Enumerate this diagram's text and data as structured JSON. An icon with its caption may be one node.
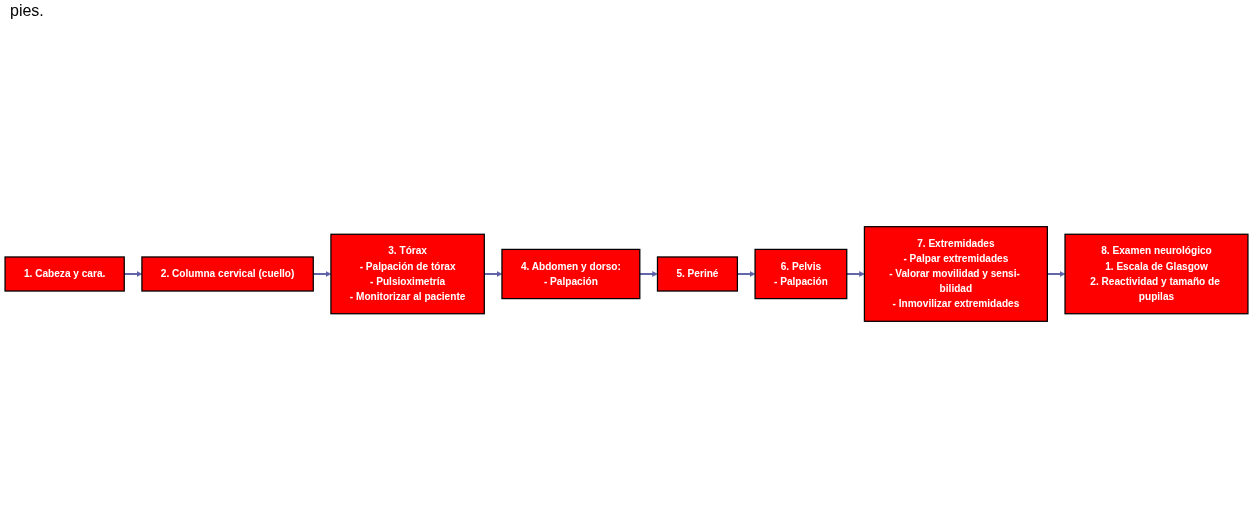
{
  "diagram": {
    "nodes": [
      {
        "text": [
          "1. Cabeza y cara."
        ]
      },
      {
        "text": [
          "2. Columna cervical (cuello)"
        ]
      },
      {
        "text": [
          "3. Tórax",
          "- Palpación de tórax",
          "- Pulsioximetría",
          "- Monitorizar al paciente"
        ]
      },
      {
        "text": [
          "4. Abdomen y dorso:",
          "- Palpación"
        ]
      },
      {
        "text": [
          "5. Periné"
        ]
      },
      {
        "text": [
          "6. Pelvis",
          "- Palpación"
        ]
      },
      {
        "text": [
          "7. Extremidades",
          "- Palpar extremidades",
          "- Valorar movilidad y sensi- bilidad",
          "- Inmovilizar extremidades"
        ]
      },
      {
        "text": [
          "8. Examen neurológico",
          "1. Escala de Glasgow",
          "2. Reactividad y tamaño de pupilas"
        ]
      }
    ],
    "edges": [
      {
        "from": 0,
        "to": 1,
        "arrow": "to"
      },
      {
        "from": 1,
        "to": 2,
        "arrow": "to"
      },
      {
        "from": 2,
        "to": 3,
        "arrow": "to"
      },
      {
        "from": 3,
        "to": 4,
        "arrow": "to"
      },
      {
        "from": 4,
        "to": 5,
        "arrow": "to"
      },
      {
        "from": 5,
        "to": 6,
        "arrow": "to"
      },
      {
        "from": 6,
        "to": 7,
        "arrow": "to"
      }
    ],
    "labels": [
      "pies."
    ]
  }
}
